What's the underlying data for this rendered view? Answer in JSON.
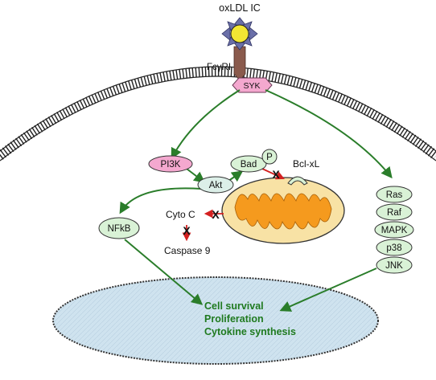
{
  "labels": {
    "ligand": "oxLDL IC",
    "receptor": "FcγRI",
    "syk": "SYK",
    "pi3k": "PI3K",
    "akt": "Akt",
    "bad": "Bad",
    "phospho": "P",
    "bclxl": "Bcl-xL",
    "cytoc": "Cyto C",
    "caspase9": "Caspase 9",
    "nfkb": "NFkB",
    "block_mark": "X",
    "mapk_cascade": [
      "Ras",
      "Raf",
      "MAPK",
      "p38",
      "JNK"
    ],
    "outcomes": [
      "Cell survival",
      "Proliferation",
      "Cytokine synthesis"
    ]
  },
  "colors": {
    "arrow_green": "#2a7d2a",
    "inhibit_red": "#d42020",
    "pink_node": "#f4a8cf",
    "green_node": "#d9f2d6",
    "akt_node": "#dcefe8",
    "mito_outer": "#f8e2a5",
    "mito_inner": "#f59a1e",
    "nucleus_fill": "#cfe3ef",
    "ligand_core": "#f2e633",
    "ligand_arms": "#6a6fa8",
    "receptor": "#8a5a4c",
    "membrane": "#222222",
    "outcome_text": "#1f7a1f"
  }
}
